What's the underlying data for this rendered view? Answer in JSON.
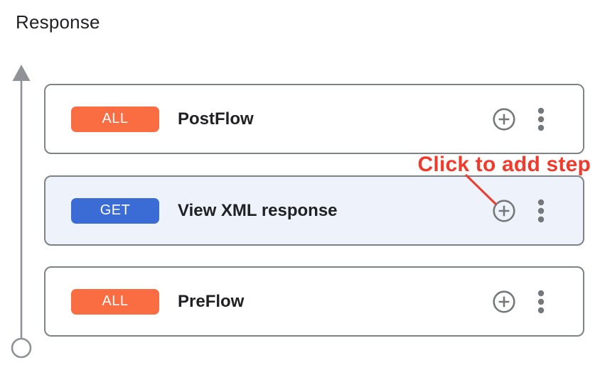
{
  "page": {
    "title": "Response"
  },
  "annotation": {
    "text": "Click to add step",
    "color": "#F03B2C"
  },
  "flows": [
    {
      "method": "ALL",
      "name": "PostFlow",
      "badge_color": "#FA6C42",
      "highlighted": false
    },
    {
      "method": "GET",
      "name": "View XML response",
      "badge_color": "#3B6BD4",
      "highlighted": true
    },
    {
      "method": "ALL",
      "name": "PreFlow",
      "badge_color": "#FA6C42",
      "highlighted": false
    }
  ],
  "icons": {
    "add_step": "plus-circle-icon",
    "more_options": "kebab-menu-icon",
    "flow_direction": "up-arrow-icon",
    "flow_start": "circle-terminal-icon"
  },
  "colors": {
    "card_border": "#7E8388",
    "card_bg": "#FFFFFF",
    "highlight_bg": "#EEF2FA",
    "icon_gray": "#75787B",
    "line_gray": "#8F9296",
    "text": "#202124",
    "badge_text": "#FFFFFF"
  }
}
